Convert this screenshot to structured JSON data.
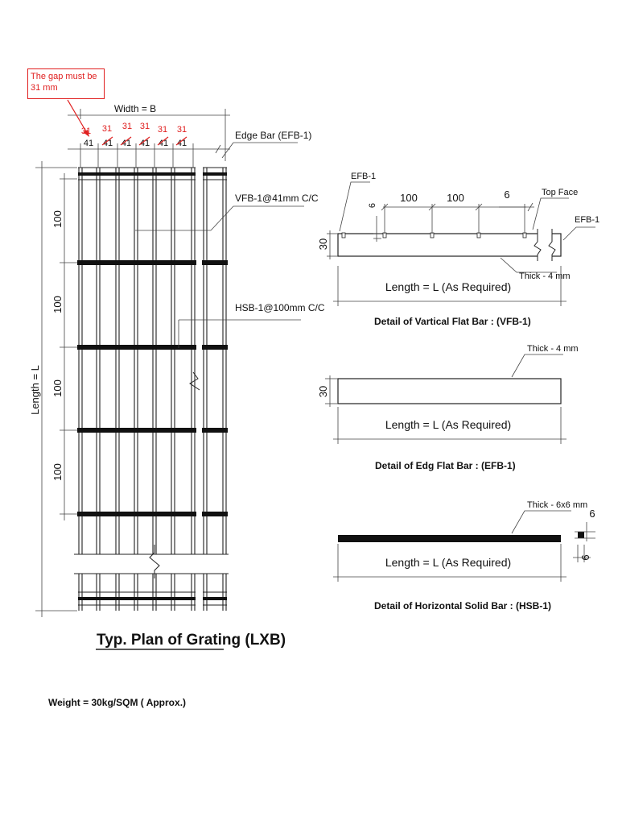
{
  "note": {
    "text": "The gap must be 31 mm"
  },
  "plan": {
    "title": "Typ. Plan of Grating (LXB)",
    "width_label": "Width = B",
    "length_label": "Length = L",
    "spacing_top": [
      "41",
      "41",
      "41",
      "41",
      "41",
      "41"
    ],
    "spacing_corrected": [
      "31",
      "31",
      "31",
      "31",
      "31",
      "31"
    ],
    "edge_bar_label": "Edge Bar  (EFB-1)",
    "vfb_label": "VFB-1@41mm C/C",
    "hsb_label": "HSB-1@100mm C/C",
    "side_dims": [
      "100",
      "100",
      "100",
      "100"
    ]
  },
  "vfb_detail": {
    "title": "Detail of Vartical Flat Bar : (VFB-1)",
    "efb_left": "EFB-1",
    "efb_right": "EFB-1",
    "top_face": "Top Face",
    "dim_100a": "100",
    "dim_100b": "100",
    "dim_6_top": "6",
    "dim_6_side": "6",
    "height": "30",
    "thick": "Thick - 4 mm",
    "length": "Length = L (As Required)"
  },
  "efb_detail": {
    "title": "Detail of Edg Flat Bar : (EFB-1)",
    "thick": "Thick - 4 mm",
    "height": "30",
    "length": "Length = L (As Required)"
  },
  "hsb_detail": {
    "title": "Detail of Horizontal Solid Bar : (HSB-1)",
    "thick": "Thick - 6x6 mm",
    "length": "Length = L (As Required)",
    "dim_6a": "6",
    "dim_6b": "6"
  },
  "weight": {
    "text": "Weight = 30kg/SQM ( Approx.)"
  }
}
